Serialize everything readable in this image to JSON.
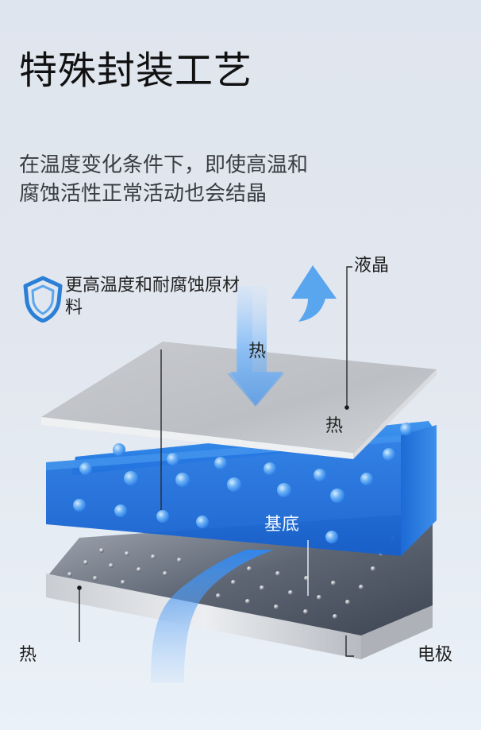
{
  "header": {
    "title": "特殊封装工艺",
    "subtitle_lines": [
      "在温度变化条件下，即使高温和",
      "腐蚀活性正常活动也会结晶"
    ]
  },
  "feature": {
    "icon": "shield-icon",
    "text": "更高温度和耐腐蚀原材料"
  },
  "diagram": {
    "labels": {
      "liquid_crystal": "液晶",
      "heat_arrow": "热",
      "heat_top_plate": "热",
      "substrate": "基底",
      "heat_bottom": "热",
      "electrode": "电极"
    },
    "icons": {
      "down_arrow": "arrow-down-icon",
      "up_arrow": "arrow-up-icon"
    },
    "colors": {
      "accent_blue": "#1f7ae6",
      "arrow_blue": "#5aa6ee",
      "shield_blue": "#2a7fd6",
      "plate_gray": "#c2c5ca",
      "electrode_dark": "#4a5260"
    }
  }
}
